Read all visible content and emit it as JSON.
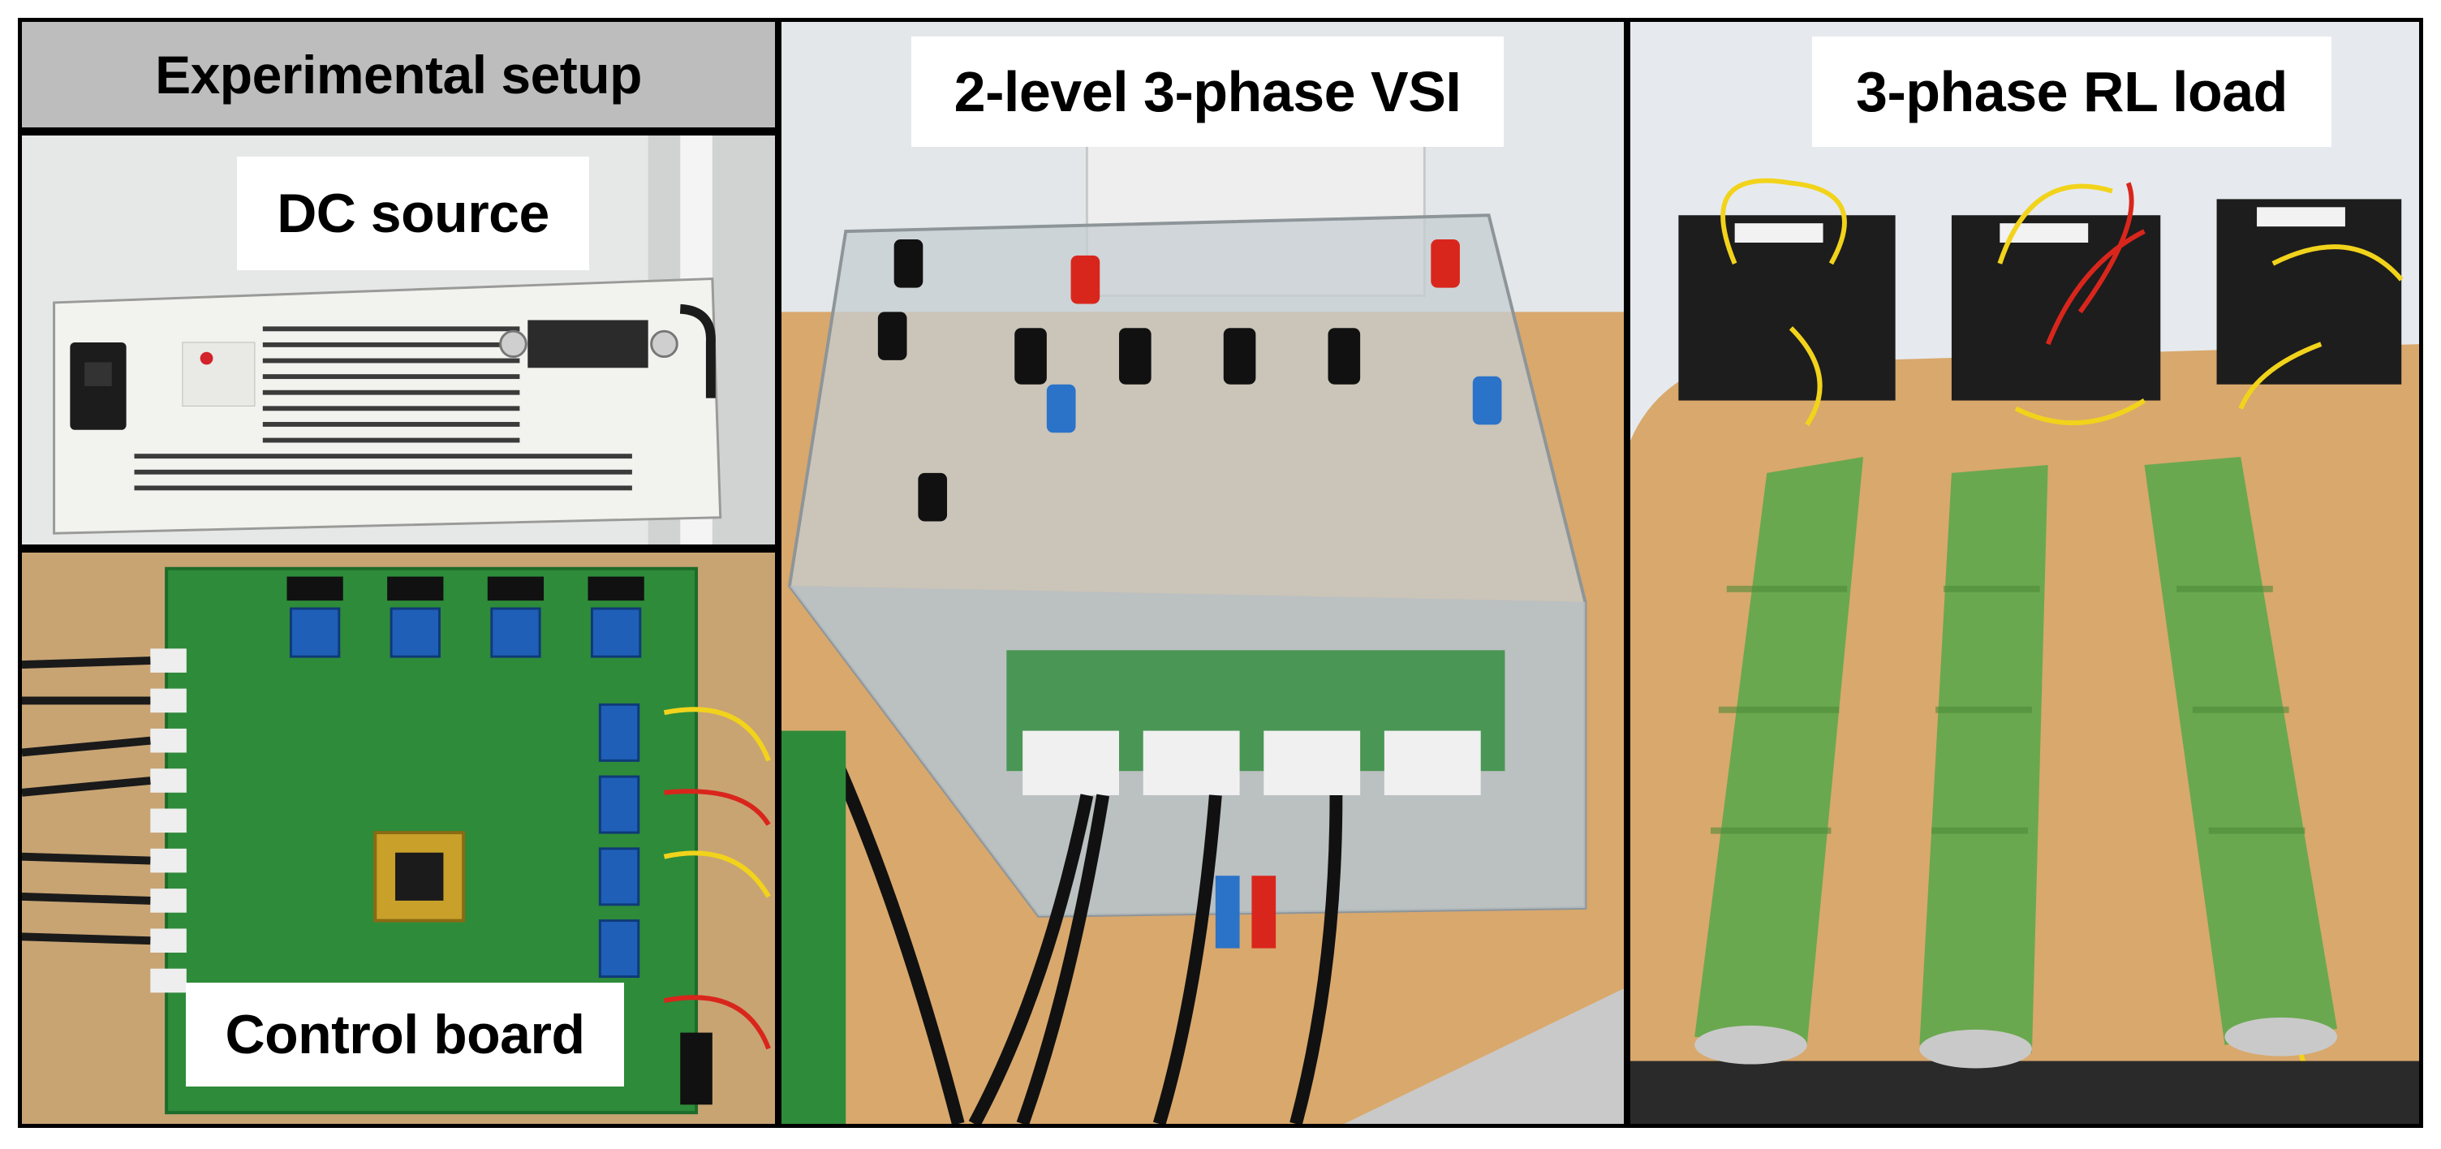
{
  "header": {
    "title": "Experimental setup",
    "background": "#bdbdbd"
  },
  "panels": {
    "dc_source": {
      "label": "DC source"
    },
    "control_board": {
      "label": "Control board"
    },
    "vsi": {
      "label": "2-level 3-phase VSI"
    },
    "rl_load": {
      "label": "3-phase RL load"
    }
  },
  "colors": {
    "resistor_green": "#6aa84f",
    "pcb_green": "#2e8b3a",
    "wood": "#d9a86c",
    "wire_yellow": "#f2d31b",
    "wire_red": "#d9261c"
  }
}
